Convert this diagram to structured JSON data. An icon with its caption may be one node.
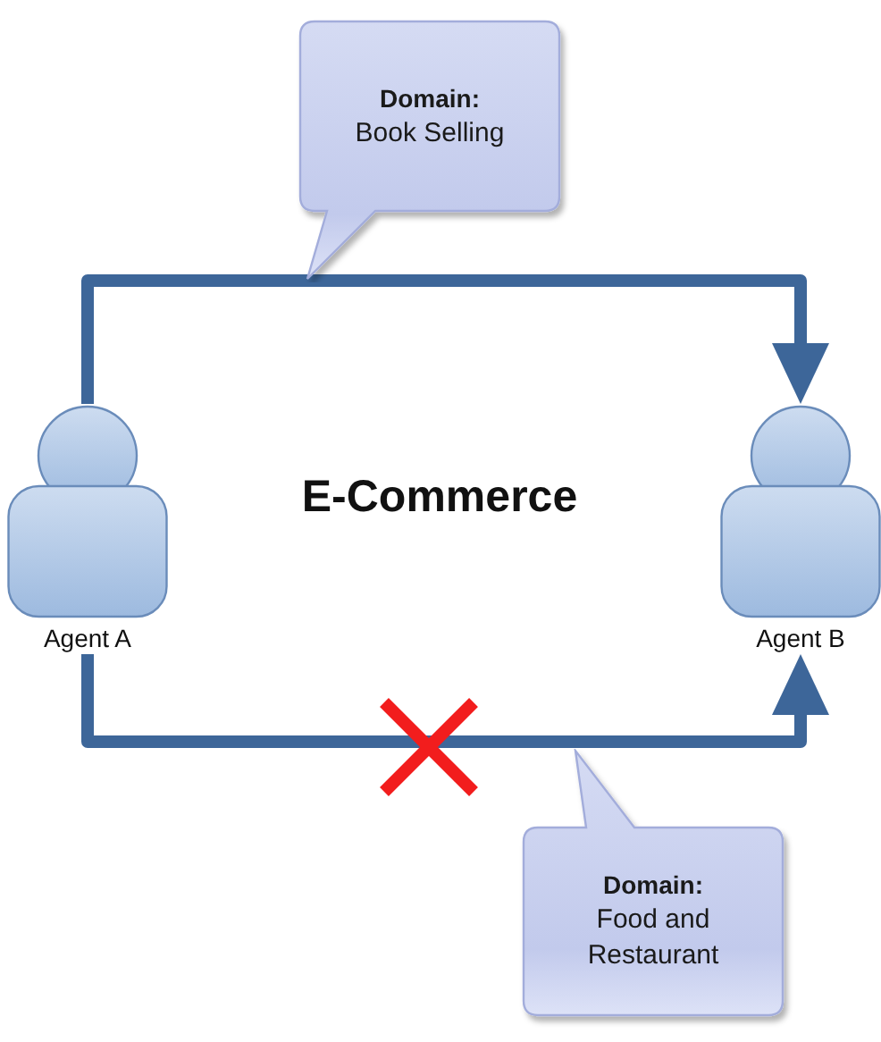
{
  "diagram": {
    "title": "E-Commerce",
    "nodes": [
      {
        "text": [
          "Agent A"
        ]
      },
      {
        "text": [
          "Agent B"
        ]
      },
      {
        "text": [
          "Domain:",
          "Book Selling"
        ]
      },
      {
        "text": [
          "Domain:",
          "Food and Restaurant"
        ]
      }
    ],
    "edges": [
      {
        "from": 0,
        "to": 1,
        "arrow": "to"
      },
      {
        "from": 0,
        "to": 1,
        "arrow": "to"
      }
    ]
  }
}
